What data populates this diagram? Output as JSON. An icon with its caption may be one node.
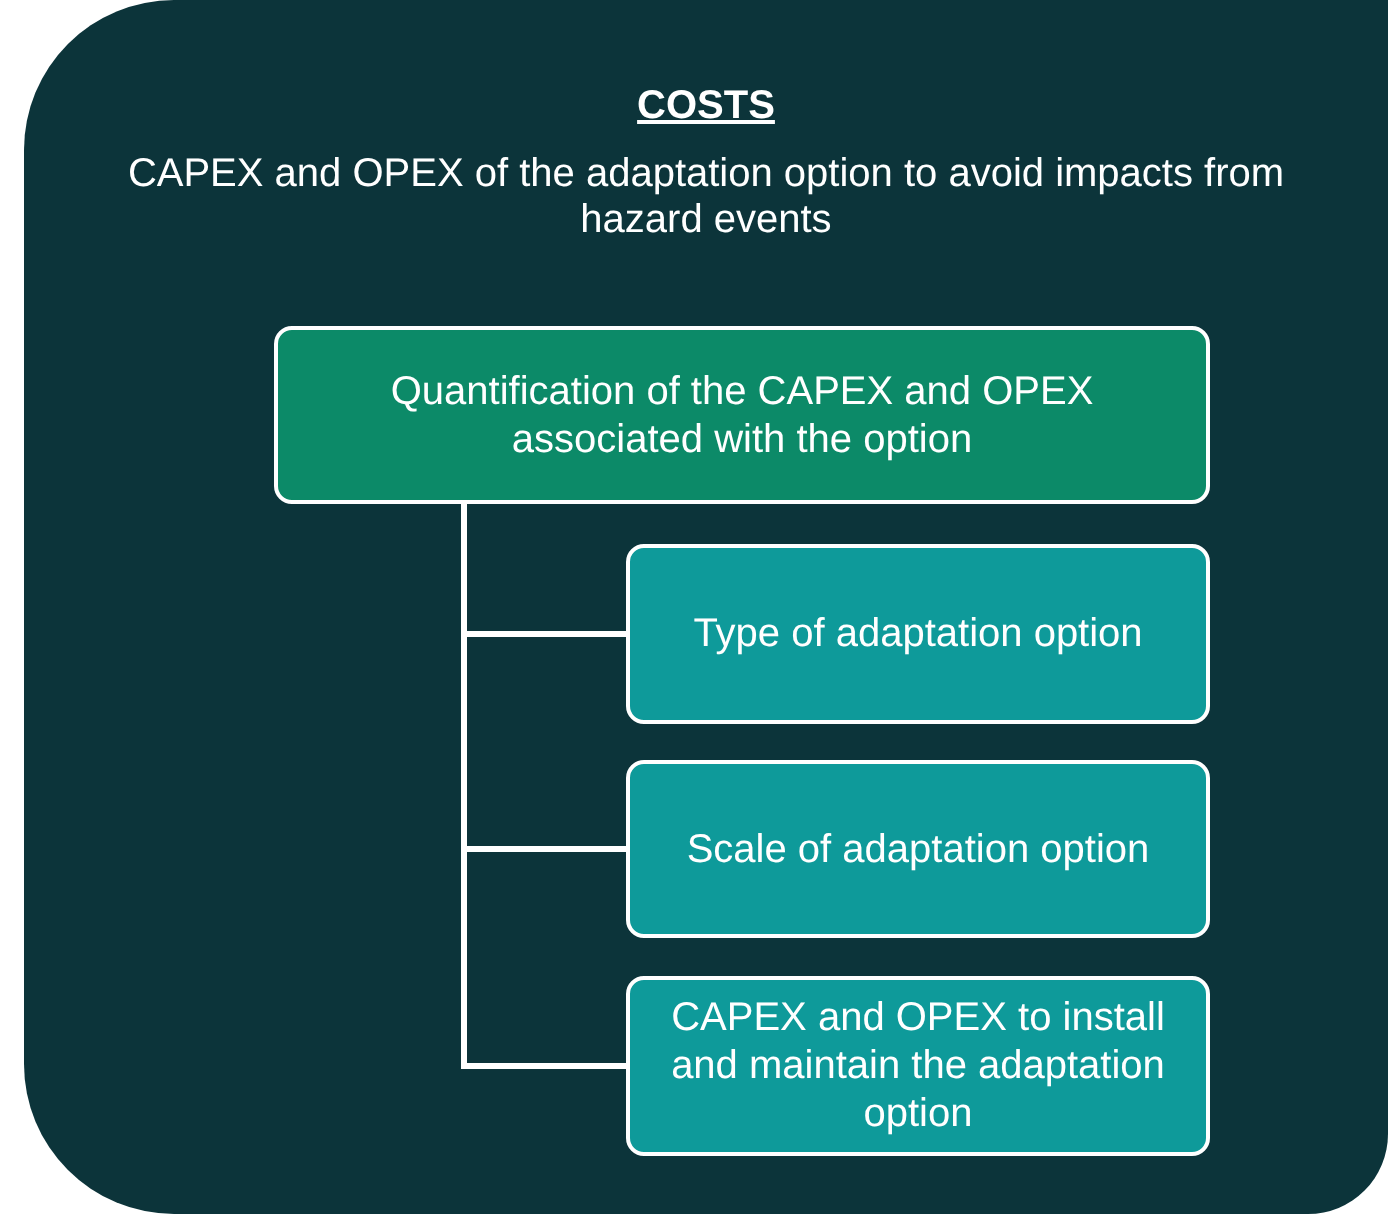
{
  "diagram": {
    "nodes": [
      {
        "text": [
          "COSTS",
          "CAPEX and OPEX of the adaptation option to avoid impacts from hazard events"
        ]
      },
      {
        "text": [
          "Quantification of the CAPEX and OPEX associated with the option"
        ],
        "in": 0
      },
      {
        "text": [
          "Type of adaptation option"
        ],
        "in": 0
      },
      {
        "text": [
          "Scale of adaptation option"
        ],
        "in": 0
      },
      {
        "text": [
          "CAPEX and OPEX to install and maintain the adaptation option"
        ],
        "in": 0
      }
    ],
    "edges": [
      {
        "from": 1,
        "to": 2,
        "arrow": "none"
      },
      {
        "from": 1,
        "to": 3,
        "arrow": "none"
      },
      {
        "from": 1,
        "to": 4,
        "arrow": "none"
      }
    ]
  }
}
